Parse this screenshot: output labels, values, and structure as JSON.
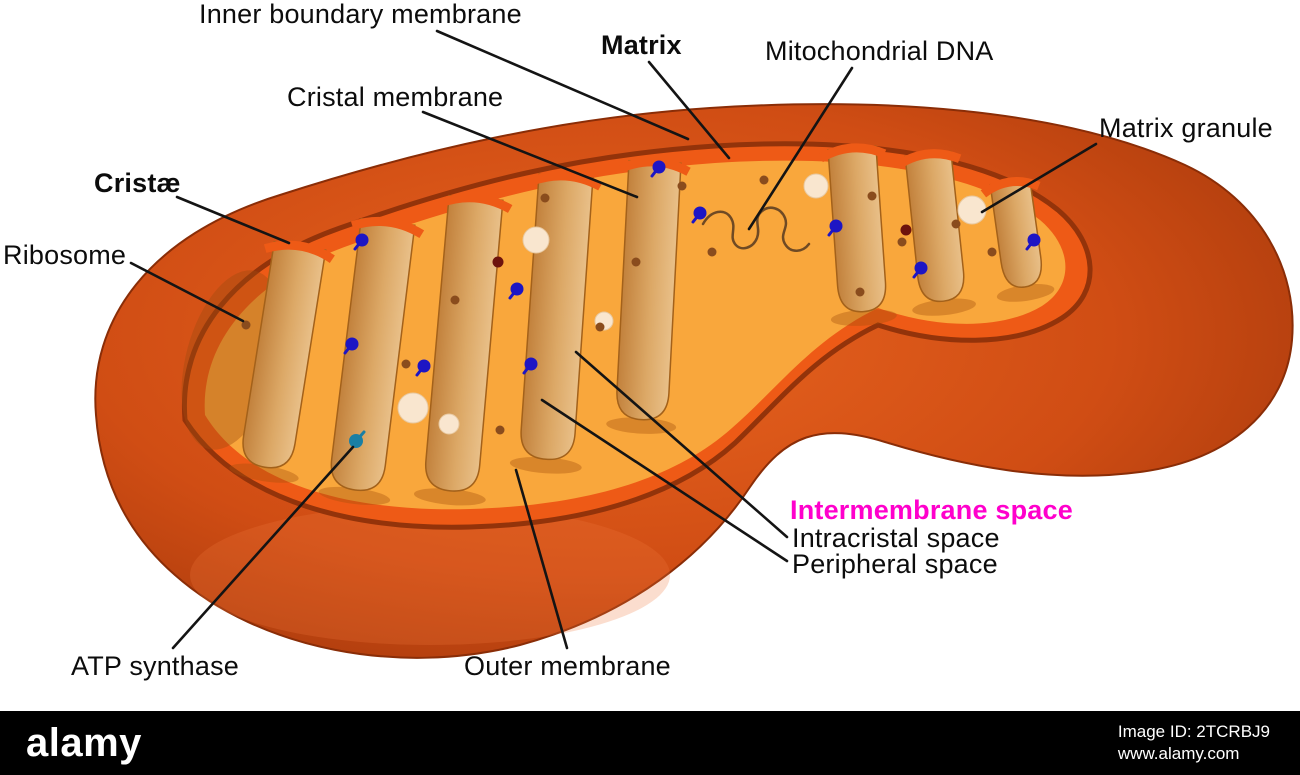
{
  "diagram": {
    "labels": {
      "inner_boundary_membrane": "Inner boundary membrane",
      "matrix": "Matrix",
      "mitochondrial_dna": "Mitochondrial DNA",
      "matrix_granule": "Matrix granule",
      "cristal_membrane": "Cristal membrane",
      "cristae": "Cristæ",
      "ribosome": "Ribosome",
      "atp_synthase": "ATP synthase",
      "outer_membrane": "Outer membrane",
      "intermembrane_space": "Intermembrane space",
      "intracristal_space": "Intracristal space",
      "peripheral_space": "Peripheral space"
    },
    "colors": {
      "label_text": "#0c0c0c",
      "intermembrane_space_label": "#ff00cc",
      "outer_membrane_shell": "#cf4c14",
      "membrane_rim": "#ee5a16",
      "matrix": "#f9a73c",
      "crista_wall": "#d6a061",
      "atp_synthase_particle": "#1d15c4",
      "atp_synthase_highlight": "#1a7fa4",
      "ribosome_particle": "#8a4c1d",
      "dna_strand": "#6f4a24",
      "matrix_granule_fill": "#f9e6cf"
    }
  },
  "watermark": {
    "brand": "alamy",
    "image_id": "Image ID: 2TCRBJ9",
    "website": "www.alamy.com"
  }
}
